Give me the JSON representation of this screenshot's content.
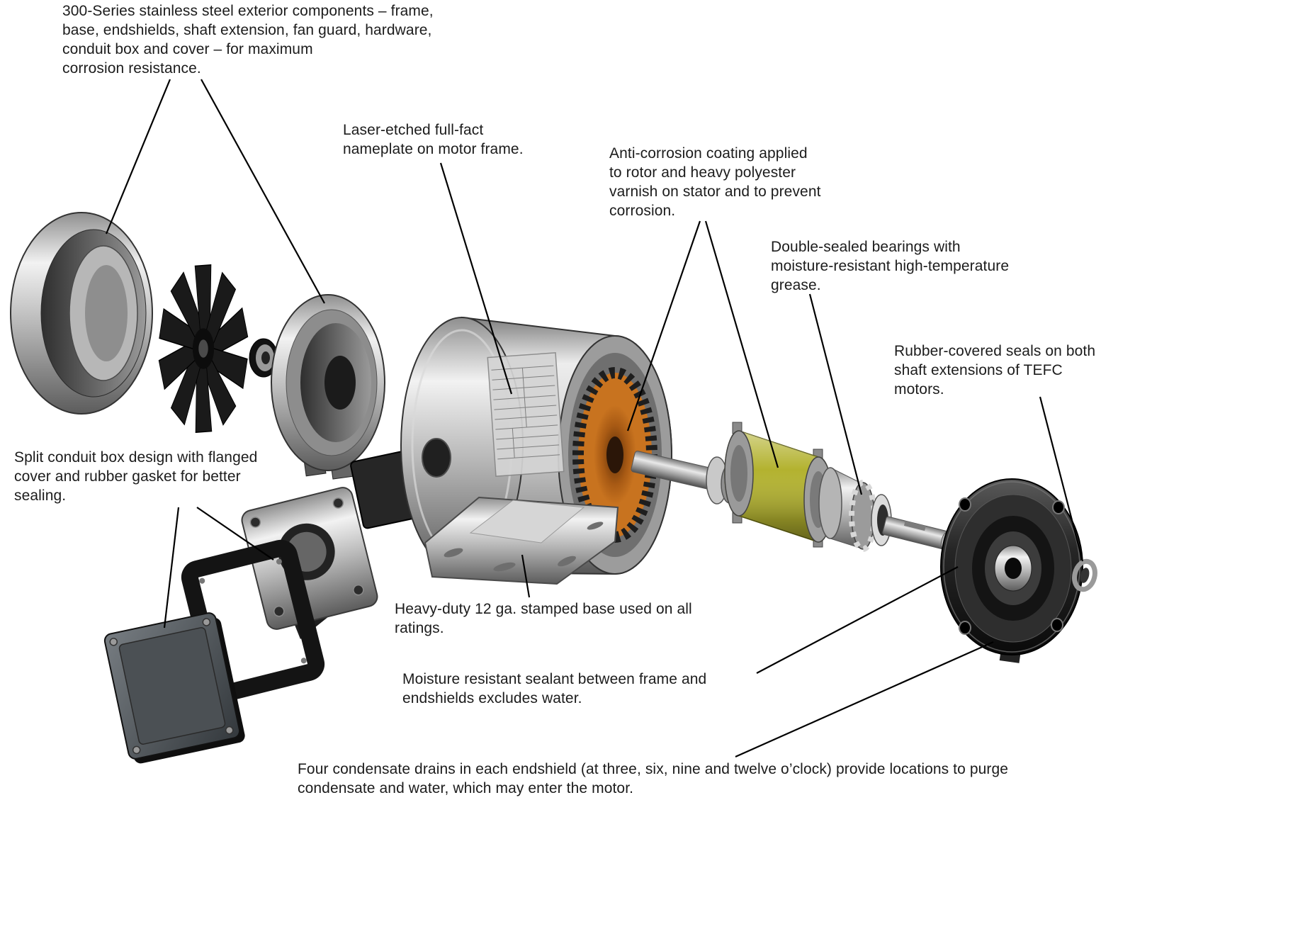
{
  "figure": {
    "background": "#ffffff",
    "colors": {
      "rotor_coating": "#b3b22f",
      "stator_winding": "#c8731f",
      "leader_line": "#000000",
      "text": "#1c1c1c"
    },
    "labels": {
      "stainless_components": "300-Series stainless steel exterior components – frame,\nbase, endshields, shaft extension, fan guard, hardware,\nconduit box and cover – for maximum\ncorrosion resistance.",
      "nameplate": "Laser-etched full-fact\nnameplate on motor frame.",
      "anti_corrosion": "Anti-corrosion coating applied\nto rotor and heavy polyester\nvarnish on stator and to prevent\ncorrosion.",
      "bearings": "Double-sealed bearings with\nmoisture-resistant high-temperature\ngrease.",
      "shaft_seals": "Rubber-covered seals on both\nshaft extensions of TEFC\nmotors.",
      "conduit_box": "Split conduit box design with flanged\ncover and rubber gasket for better\nsealing.",
      "stamped_base": "Heavy-duty 12 ga. stamped base used on all\nratings.",
      "sealant": "Moisture resistant sealant between frame and\nendshields excludes water.",
      "condensate_drains": "Four condensate drains in each endshield (at three, six, nine and twelve o’clock) provide locations to purge\ncondensate and water, which may enter the motor."
    },
    "parts": [
      "fan-guard",
      "cooling-fan",
      "fan-bearing",
      "rear-endshield",
      "gasket-plate",
      "motor-frame",
      "nameplate",
      "stamped-base",
      "shaft",
      "rotor",
      "double-sealed-bearing",
      "shaft-extension",
      "front-endshield",
      "rubber-seal",
      "conduit-cover",
      "conduit-gasket",
      "conduit-box"
    ]
  }
}
